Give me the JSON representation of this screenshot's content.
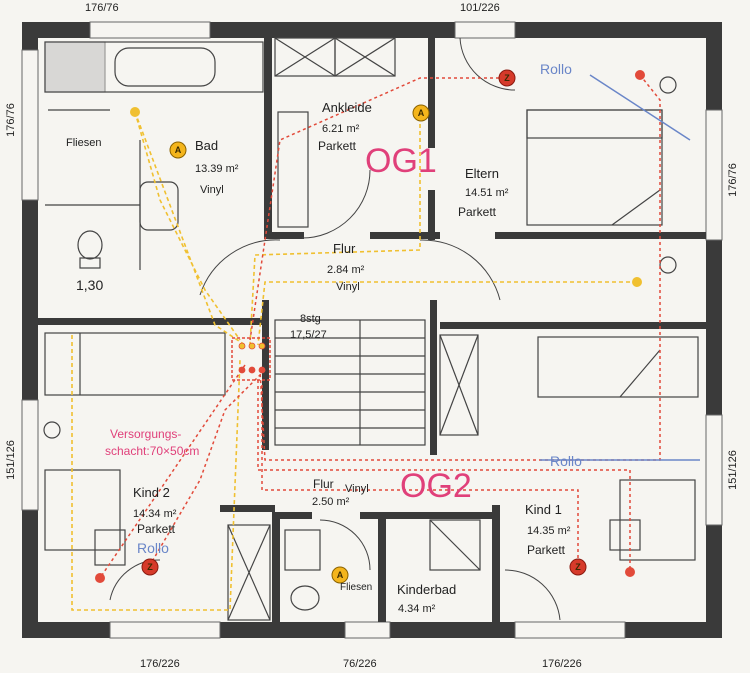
{
  "floors": {
    "og1": "OG1",
    "og2": "OG2"
  },
  "rooms": {
    "bad": {
      "name": "Bad",
      "area": "13.39 m²",
      "floor": "Vinyl"
    },
    "ankleide": {
      "name": "Ankleide",
      "area": "6.21 m²",
      "floor": "Parkett"
    },
    "eltern": {
      "name": "Eltern",
      "area": "14.51 m²",
      "floor": "Parkett"
    },
    "flur_og1": {
      "name": "Flur",
      "area": "2.84 m²",
      "floor": "Vinyl"
    },
    "kind2": {
      "name": "Kind 2",
      "area": "14.34 m²",
      "floor": "Parkett"
    },
    "flur_og2": {
      "name": "Flur",
      "area": "2.50 m²",
      "floor": "Vinyl"
    },
    "kind1": {
      "name": "Kind 1",
      "area": "14.35 m²",
      "floor": "Parkett"
    },
    "kinderbad": {
      "name": "Kinderbad",
      "area": "4.34 m²",
      "floor": "Fliesen"
    }
  },
  "labels": {
    "fliesen_shower": "Fliesen",
    "dim_130": "1,30",
    "stair_steps": "8stg",
    "stair_ratio": "17,5/27",
    "versorgung_line1": "Versorgungs-",
    "versorgung_line2": "schacht:70×50cm",
    "rollo": "Rollo",
    "marker_z": "Z",
    "marker_a": "A"
  },
  "dimensions": {
    "top_left": "176/76",
    "top_right": "101/226",
    "left_upper": "176/76",
    "left_lower": "151/126",
    "right_upper": "176/76",
    "right_lower": "151/126",
    "bottom_left": "176/226",
    "bottom_mid": "76/226",
    "bottom_right": "176/226"
  },
  "colors": {
    "wall": "#3a3a3a",
    "red_line": "#e24a3a",
    "yellow_line": "#f0c030",
    "pink_label": "#e0407a",
    "rollo_blue": "#6a86c8"
  }
}
